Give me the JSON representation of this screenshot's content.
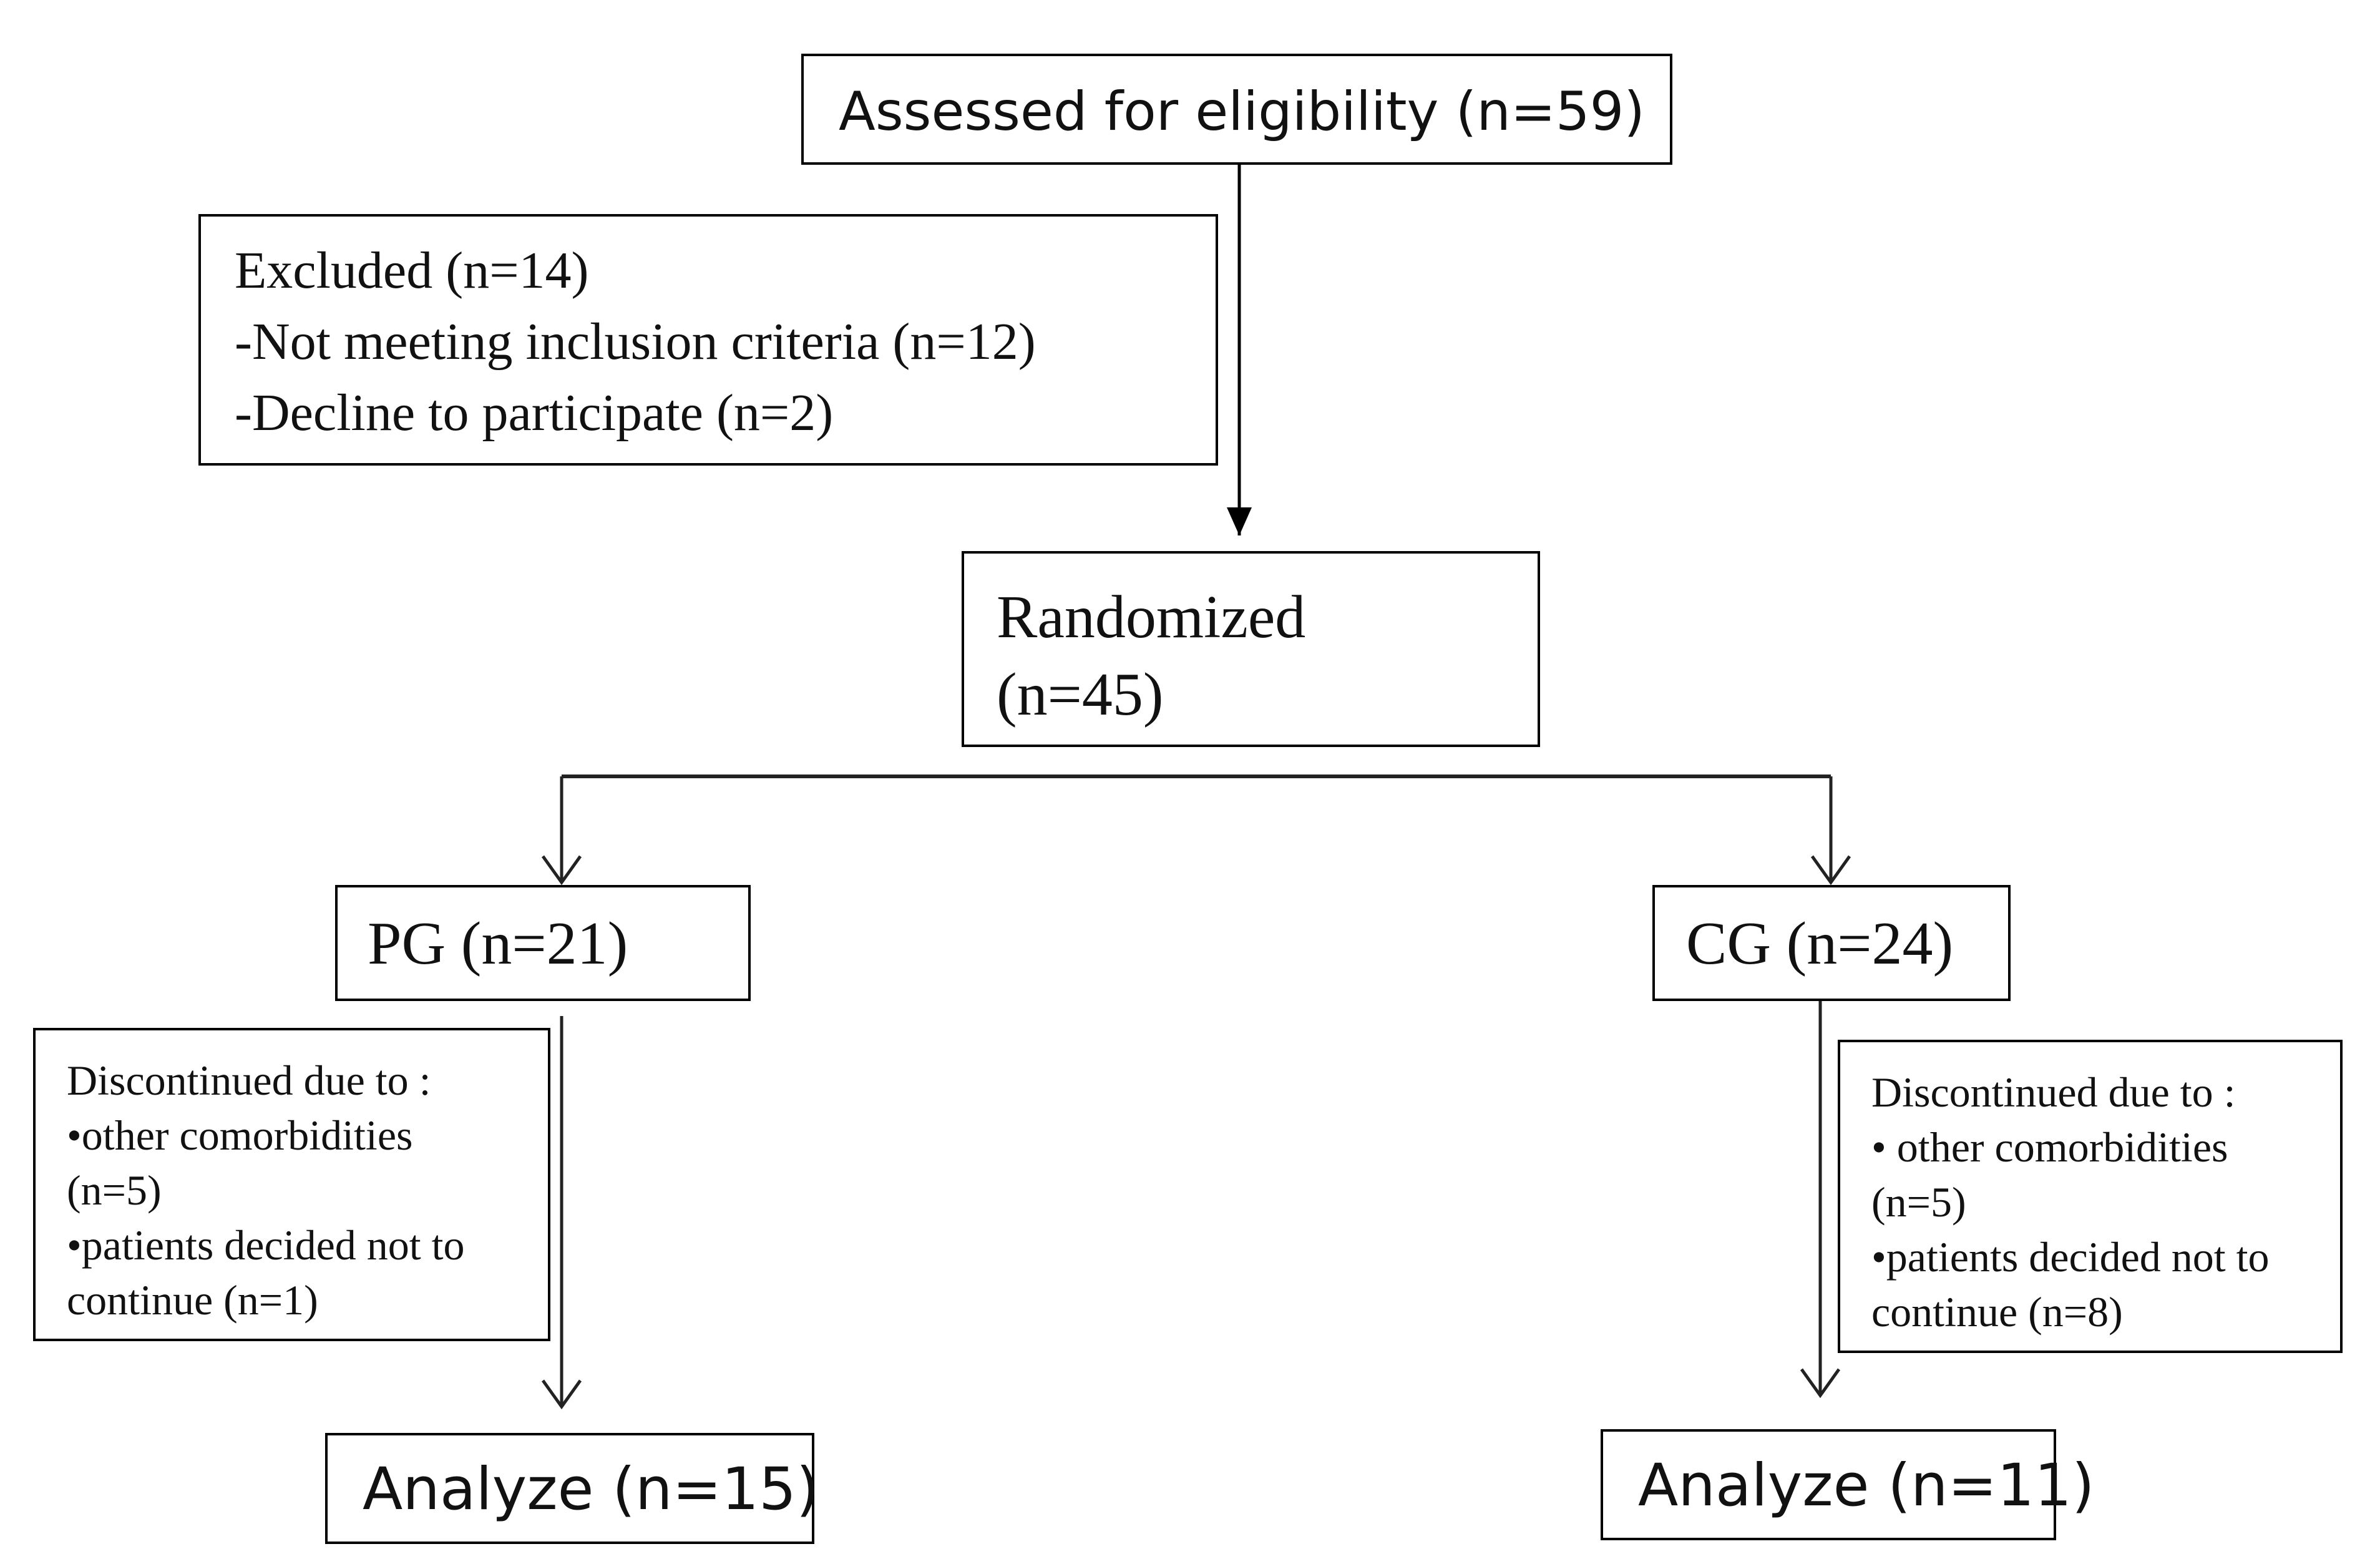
{
  "diagram": {
    "assessed": {
      "text": "Assessed for eligibility (n=59)"
    },
    "excluded": {
      "lines": [
        "Excluded  (n=14)",
        "-Not meeting  inclusion criteria (n=12)",
        "-Decline to participate (n=2)"
      ]
    },
    "randomized": {
      "lines": [
        "Randomized",
        "(n=45)"
      ]
    },
    "pg_group": {
      "text": "PG (n=21)"
    },
    "cg_group": {
      "text": "CG (n=24)"
    },
    "pg_discontinued": {
      "lines": [
        "Discontinued due to :",
        "•other  comorbidities",
        "(n=5)",
        "•patients decided not to",
        "continue (n=1)"
      ]
    },
    "cg_discontinued": {
      "lines": [
        "Discontinued due to :",
        "• other comorbidities",
        "(n=5)",
        "•patients decided not to",
        "continue (n=8)"
      ]
    },
    "pg_analyze": {
      "text": "Analyze (n=15)"
    },
    "cg_analyze": {
      "text": "Analyze (n=11)"
    }
  }
}
